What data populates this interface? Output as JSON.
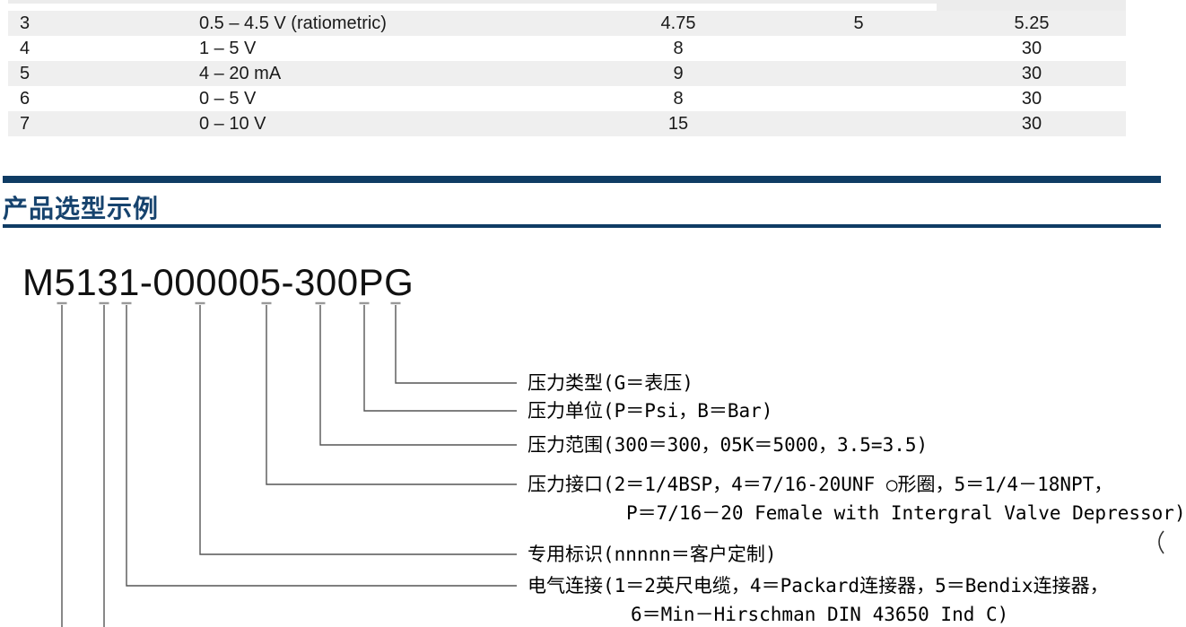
{
  "colors": {
    "accent_navy": "#0f3c64",
    "row_stripe": "#efefef",
    "leader_line": "#555555"
  },
  "table": {
    "rows": [
      {
        "cells": [
          "3",
          "0.5 – 4.5 V (ratiometric)",
          "4.75",
          "5",
          "5.25"
        ]
      },
      {
        "cells": [
          "4",
          "1 – 5 V",
          "8",
          "",
          "30"
        ]
      },
      {
        "cells": [
          "5",
          "4 – 20 mA",
          "9",
          "",
          "30"
        ]
      },
      {
        "cells": [
          "6",
          "0 – 5 V",
          "8",
          "",
          "30"
        ]
      },
      {
        "cells": [
          "7",
          "0 – 10 V",
          "15",
          "",
          "30"
        ]
      }
    ]
  },
  "section": {
    "title": "产品选型示例"
  },
  "diagram": {
    "part_number": "M5131-000005-300PG",
    "labels": [
      {
        "line1": "压力类型(G＝表压)",
        "line2": ""
      },
      {
        "line1": "压力单位(P＝Psi，B＝Bar)",
        "line2": ""
      },
      {
        "line1": "压力范围(300＝300，05K＝5000，3.5=3.5)",
        "line2": ""
      },
      {
        "line1": "压力接口(2＝1/4BSP，4＝7/16-20UNF ○形圈，5＝1/4－18NPT，",
        "line2": "P＝7/16－20 Female with Intergral Valve Depressor)"
      },
      {
        "line1": "专用标识(nnnnn＝客户定制)",
        "line2": ""
      },
      {
        "line1": "电气连接(1＝2英尺电缆，4＝Packard连接器，5＝Bendix连接器，",
        "line2": "6＝Min－Hirschman DIN 43650 Ind C)"
      }
    ],
    "edge_mark": "("
  }
}
